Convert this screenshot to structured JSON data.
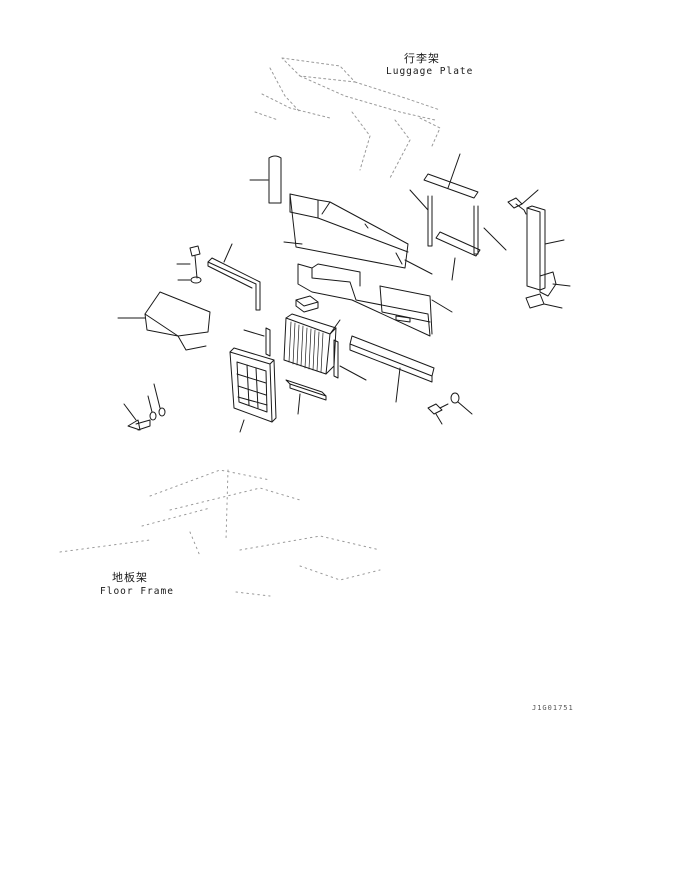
{
  "labels": {
    "luggage_plate_cn": "行李架",
    "luggage_plate_en": "Luggage Plate",
    "floor_frame_cn": "地板架",
    "floor_frame_en": "Floor Frame",
    "drawing_code": "J1G01751"
  },
  "colors": {
    "line": "#1a1a1a",
    "ghost": "#9a9a9a",
    "background": "#ffffff"
  }
}
